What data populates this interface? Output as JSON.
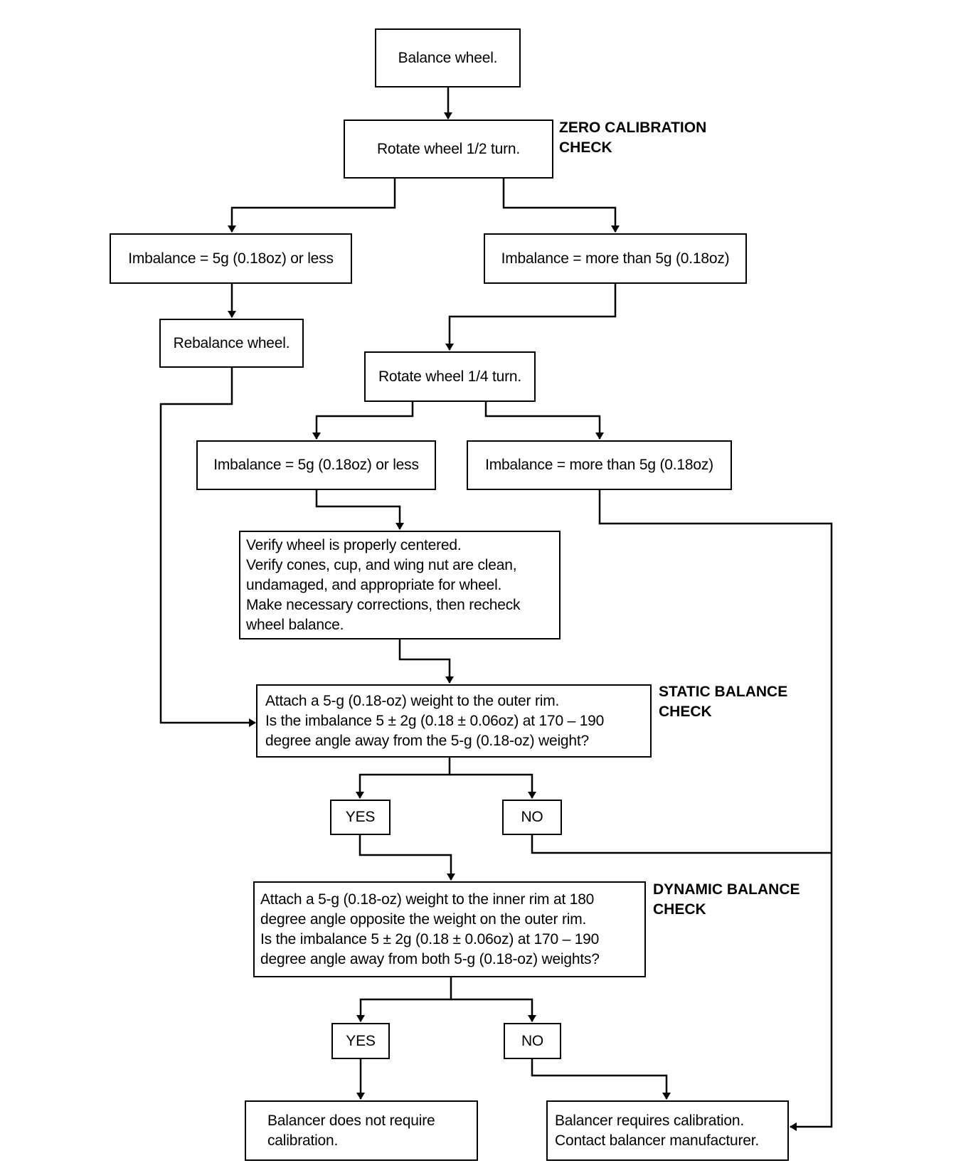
{
  "nodes": {
    "balance_wheel": "Balance wheel.",
    "rotate_half": "Rotate wheel 1/2 turn.",
    "imb_less_1": "Imbalance = 5g (0.18oz) or less",
    "imb_more_1": "Imbalance = more than 5g (0.18oz)",
    "rebalance": "Rebalance wheel.",
    "rotate_quarter": "Rotate wheel 1/4 turn.",
    "imb_less_2": "Imbalance = 5g (0.18oz) or less",
    "imb_more_2": "Imbalance = more than 5g (0.18oz)",
    "verify": [
      "Verify wheel is properly centered.",
      "Verify cones, cup, and wing nut are clean,",
      "undamaged, and appropriate for wheel.",
      "Make necessary corrections, then recheck",
      "wheel balance."
    ],
    "static_check": [
      "Attach a 5-g (0.18-oz) weight to the outer rim.",
      "Is the imbalance 5 ± 2g (0.18 ± 0.06oz) at 170 – 190",
      "degree angle away from the 5-g (0.18-oz) weight?"
    ],
    "yes_1": "YES",
    "no_1": "NO",
    "dynamic_check": [
      "Attach a 5-g (0.18-oz) weight to the inner rim at 180",
      "degree angle opposite the weight on the outer rim.",
      "Is the imbalance 5 ± 2g (0.18 ± 0.06oz) at 170 – 190",
      "degree angle away from both 5-g (0.18-oz) weights?"
    ],
    "yes_2": "YES",
    "no_2": "NO",
    "no_calibration": [
      "Balancer does not require",
      "calibration."
    ],
    "requires_calibration": [
      "Balancer requires calibration.",
      "Contact balancer manufacturer."
    ]
  },
  "section_labels": {
    "zero": [
      "ZERO CALIBRATION",
      "CHECK"
    ],
    "static": [
      "STATIC BALANCE",
      "CHECK"
    ],
    "dynamic": [
      "DYNAMIC BALANCE",
      "CHECK"
    ]
  }
}
